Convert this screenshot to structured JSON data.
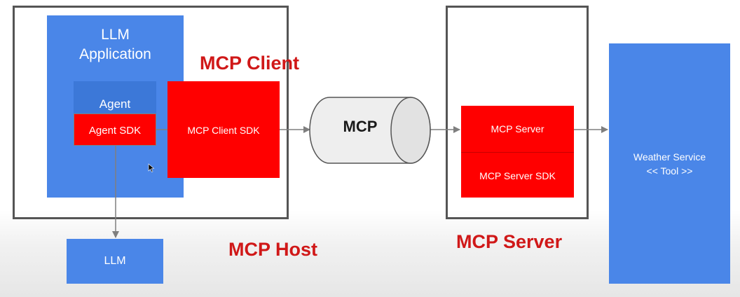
{
  "llm_application": {
    "label_line1": "LLM",
    "label_line2": "Application"
  },
  "agent": {
    "label": "Agent"
  },
  "agent_sdk": {
    "label": "Agent SDK"
  },
  "mcp_client_sdk": {
    "label": "MCP Client SDK"
  },
  "mcp_client_title": "MCP Client",
  "mcp_host_title": "MCP Host",
  "mcp_protocol": {
    "label": "MCP"
  },
  "mcp_server_box": {
    "label": "MCP Server"
  },
  "mcp_server_sdk": {
    "label": "MCP Server SDK"
  },
  "mcp_server_title": "MCP Server",
  "weather_service": {
    "label_line1": "Weather Service",
    "label_line2": "<< Tool >>"
  },
  "llm": {
    "label": "LLM"
  },
  "colors": {
    "blue": "#4a86e8",
    "red": "#ff0000",
    "title_red": "#d01818",
    "frame": "#555555",
    "arrow": "#7f7f7f",
    "cylinder_fill": "#eeeeee"
  }
}
